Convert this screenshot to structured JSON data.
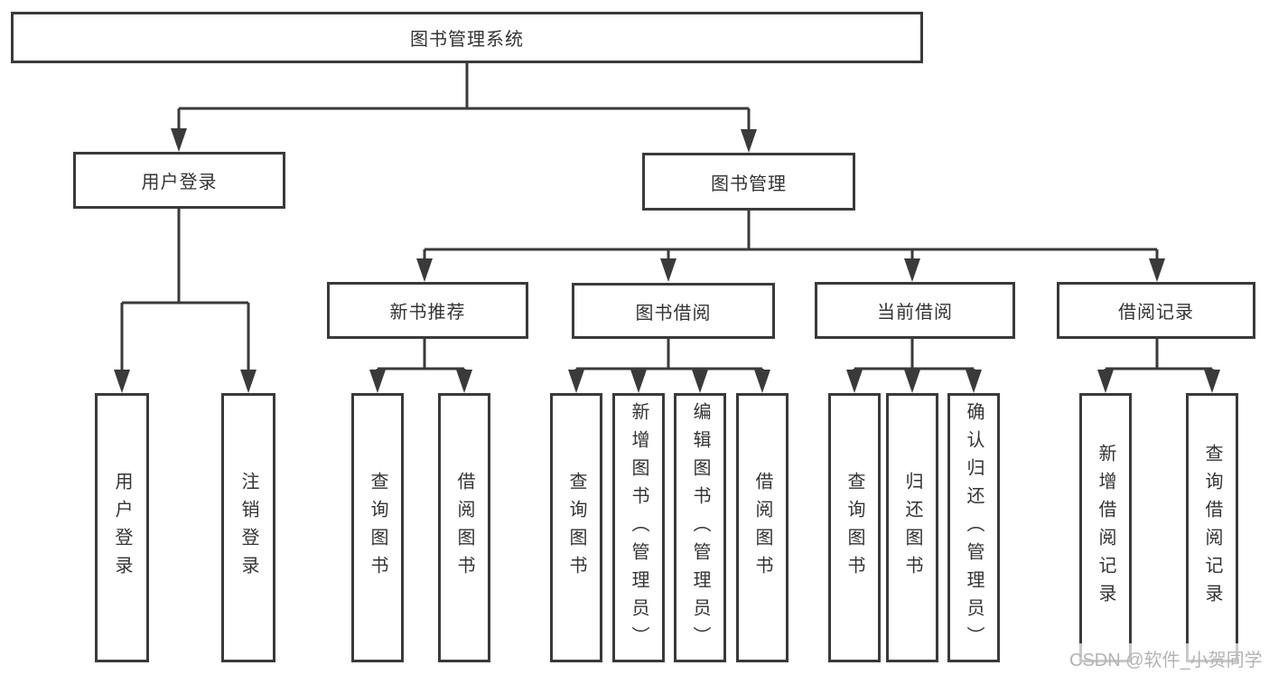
{
  "colors": {
    "line": "#3a3a3a",
    "box_border": "#3a3a3a",
    "box_background": "#ffffff",
    "text": "#333333",
    "watermark_text": "#b3b3b3",
    "page_background": "#ffffff"
  },
  "watermark": {
    "text": "CSDN @软件_小贺同学"
  },
  "tree": {
    "root": {
      "id": "library-system",
      "label": "图书管理系统"
    },
    "level2": [
      {
        "id": "user-login",
        "label": "用户登录",
        "parent": "library-system"
      },
      {
        "id": "book-management",
        "label": "图书管理",
        "parent": "library-system"
      }
    ],
    "level3": [
      {
        "id": "new-book-recommend",
        "label": "新书推荐",
        "parent": "book-management"
      },
      {
        "id": "book-borrowing",
        "label": "图书借阅",
        "parent": "book-management"
      },
      {
        "id": "current-borrowing",
        "label": "当前借阅",
        "parent": "book-management"
      },
      {
        "id": "borrowing-records",
        "label": "借阅记录",
        "parent": "book-management"
      }
    ],
    "leaves": [
      {
        "id": "leaf-user-login",
        "label": "用户登录",
        "parent": "user-login"
      },
      {
        "id": "leaf-logout",
        "label": "注销登录",
        "parent": "user-login"
      },
      {
        "id": "leaf-query-books-recommend",
        "label": "查询图书",
        "parent": "new-book-recommend"
      },
      {
        "id": "leaf-borrow-books-recommend",
        "label": "借阅图书",
        "parent": "new-book-recommend"
      },
      {
        "id": "leaf-query-books-borrowing",
        "label": "查询图书",
        "parent": "book-borrowing"
      },
      {
        "id": "leaf-add-books-admin",
        "label": "新增图书（管理员）",
        "parent": "book-borrowing"
      },
      {
        "id": "leaf-edit-books-admin",
        "label": "编辑图书（管理员）",
        "parent": "book-borrowing"
      },
      {
        "id": "leaf-borrow-books-borrowing",
        "label": "借阅图书",
        "parent": "book-borrowing"
      },
      {
        "id": "leaf-query-books-current",
        "label": "查询图书",
        "parent": "current-borrowing"
      },
      {
        "id": "leaf-return-books",
        "label": "归还图书",
        "parent": "current-borrowing"
      },
      {
        "id": "leaf-confirm-return-admin",
        "label": "确认归还（管理员）",
        "parent": "current-borrowing"
      },
      {
        "id": "leaf-add-borrow-record",
        "label": "新增借阅记录",
        "parent": "borrowing-records"
      },
      {
        "id": "leaf-query-borrow-record",
        "label": "查询借阅记录",
        "parent": "borrowing-records"
      }
    ]
  }
}
